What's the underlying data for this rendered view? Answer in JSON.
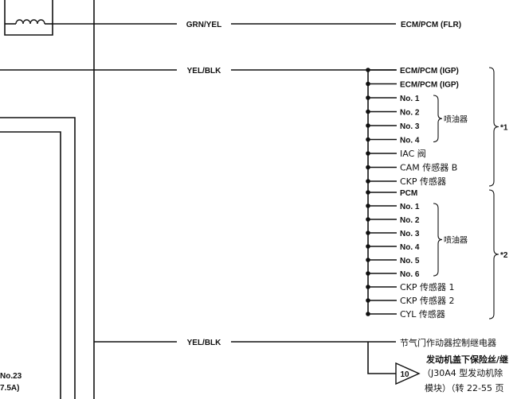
{
  "wires": {
    "grn_yel": "GRN/YEL",
    "yel_blk_1": "YEL/BLK",
    "yel_blk_2": "YEL/BLK"
  },
  "ecm_flr": "ECM/PCM (FLR)",
  "branch1": {
    "items": [
      "ECM/PCM (IGP)",
      "ECM/PCM (IGP)",
      "No. 1",
      "No. 2",
      "No. 3",
      "No. 4",
      "IAC 阀",
      "CAM 传感器 B",
      "CKP 传感器"
    ],
    "injector_label": "喷油器",
    "group_label": "*1"
  },
  "branch2": {
    "items": [
      "PCM",
      "No. 1",
      "No. 2",
      "No. 3",
      "No. 4",
      "No. 5",
      "No. 6",
      "CKP 传感器 1",
      "CKP 传感器 2",
      "CYL 传感器"
    ],
    "injector_label": "喷油器",
    "group_label": "*2"
  },
  "branch3": {
    "relay": "节气门作动器控制继电器",
    "connector_num": "10",
    "title": "发动机盖下保险丝/继",
    "line2": "（J30A4 型发动机除",
    "line3": "模块）（转 22-55 页"
  },
  "fuse": {
    "name": "No.23",
    "rating": "7.5A)"
  },
  "colors": {
    "line": "#111111",
    "background": "#ffffff"
  }
}
